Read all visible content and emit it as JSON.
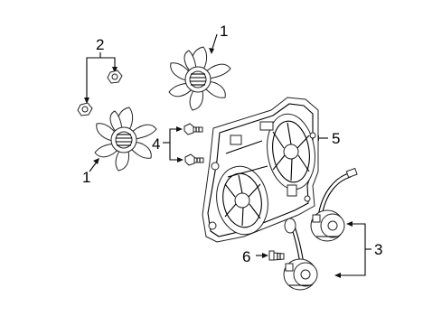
{
  "callouts": [
    {
      "id": "1a",
      "label": "1"
    },
    {
      "id": "1b",
      "label": "1"
    },
    {
      "id": "2",
      "label": "2"
    },
    {
      "id": "3",
      "label": "3"
    },
    {
      "id": "4",
      "label": "4"
    },
    {
      "id": "5",
      "label": "5"
    },
    {
      "id": "6",
      "label": "6"
    }
  ],
  "colors": {
    "ink": "#000000",
    "background": "#ffffff"
  }
}
